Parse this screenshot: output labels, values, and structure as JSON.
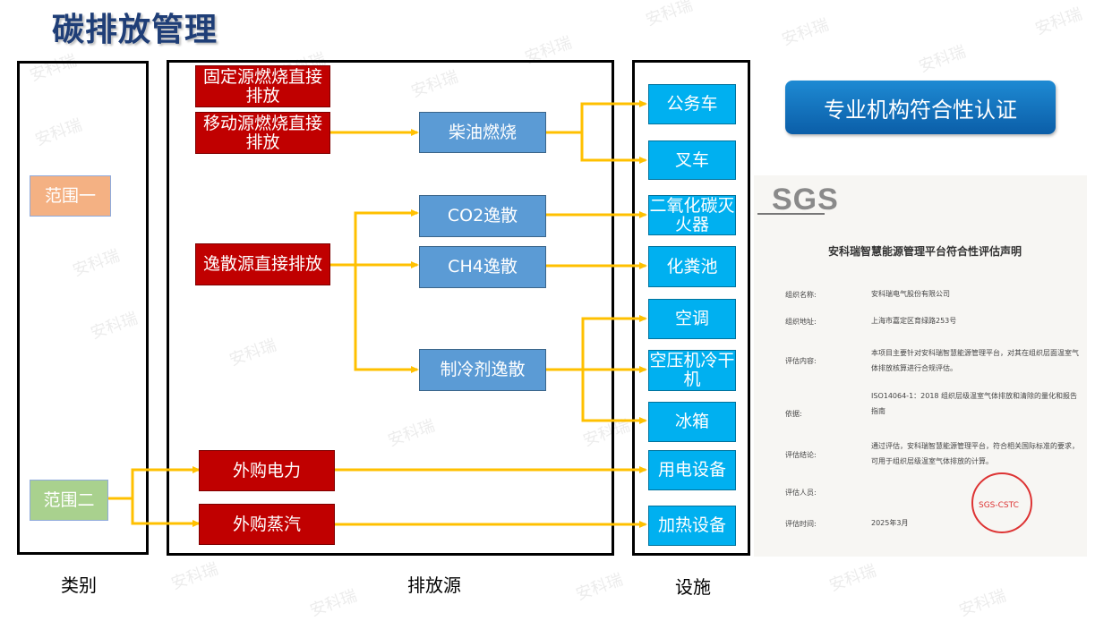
{
  "page": {
    "title": "碳排放管理"
  },
  "categories": {
    "header": "类别",
    "scope1": "范围一",
    "scope2": "范围二"
  },
  "sources": {
    "header": "排放源",
    "stationary": "固定源燃烧直接排放",
    "mobile": "移动源燃烧直接排放",
    "fugitive": "逸散源直接排放",
    "purchased_power": "外购电力",
    "purchased_steam": "外购蒸汽",
    "diesel": "柴油燃烧",
    "co2": "CO2逸散",
    "ch4": "CH4逸散",
    "refrigerant": "制冷剂逸散"
  },
  "facilities": {
    "header": "设施",
    "items": [
      "公务车",
      "叉车",
      "二氧化碳灭火器",
      "化粪池",
      "空调",
      "空压机冷干机",
      "冰箱",
      "用电设备",
      "加热设备"
    ]
  },
  "certification": {
    "button": "专业机构符合性认证",
    "logo": "SGS",
    "doc_title": "安科瑞智慧能源管理平台符合性评估声明",
    "rows": [
      {
        "key": "组织名称:",
        "value": "安科瑞电气股份有限公司"
      },
      {
        "key": "组织地址:",
        "value": "上海市嘉定区育绿路253号"
      },
      {
        "key": "评估内容:",
        "value": "本项目主要针对安科瑞智慧能源管理平台，对其在组织层面温室气体排放核算进行合规评估。"
      },
      {
        "key": "依据:",
        "value": "ISO14064-1：2018 组织层级温室气体排放和清除的量化和报告指南"
      },
      {
        "key": "评估结论:",
        "value": "通过评估，安科瑞智慧能源管理平台，符合相关国际标准的要求，可用于组织层级温室气体排放的计算。"
      },
      {
        "key": "评估人员:",
        "value": ""
      },
      {
        "key": "评估时间:",
        "value": "2025年3月"
      }
    ],
    "stamp": "SGS-CSTC"
  },
  "watermark": "安科瑞",
  "colors": {
    "arrow": "#ffc000",
    "source": "#c00000",
    "process": "#5b9bd5",
    "facility": "#00b0f0",
    "title": "#1f3e77"
  }
}
